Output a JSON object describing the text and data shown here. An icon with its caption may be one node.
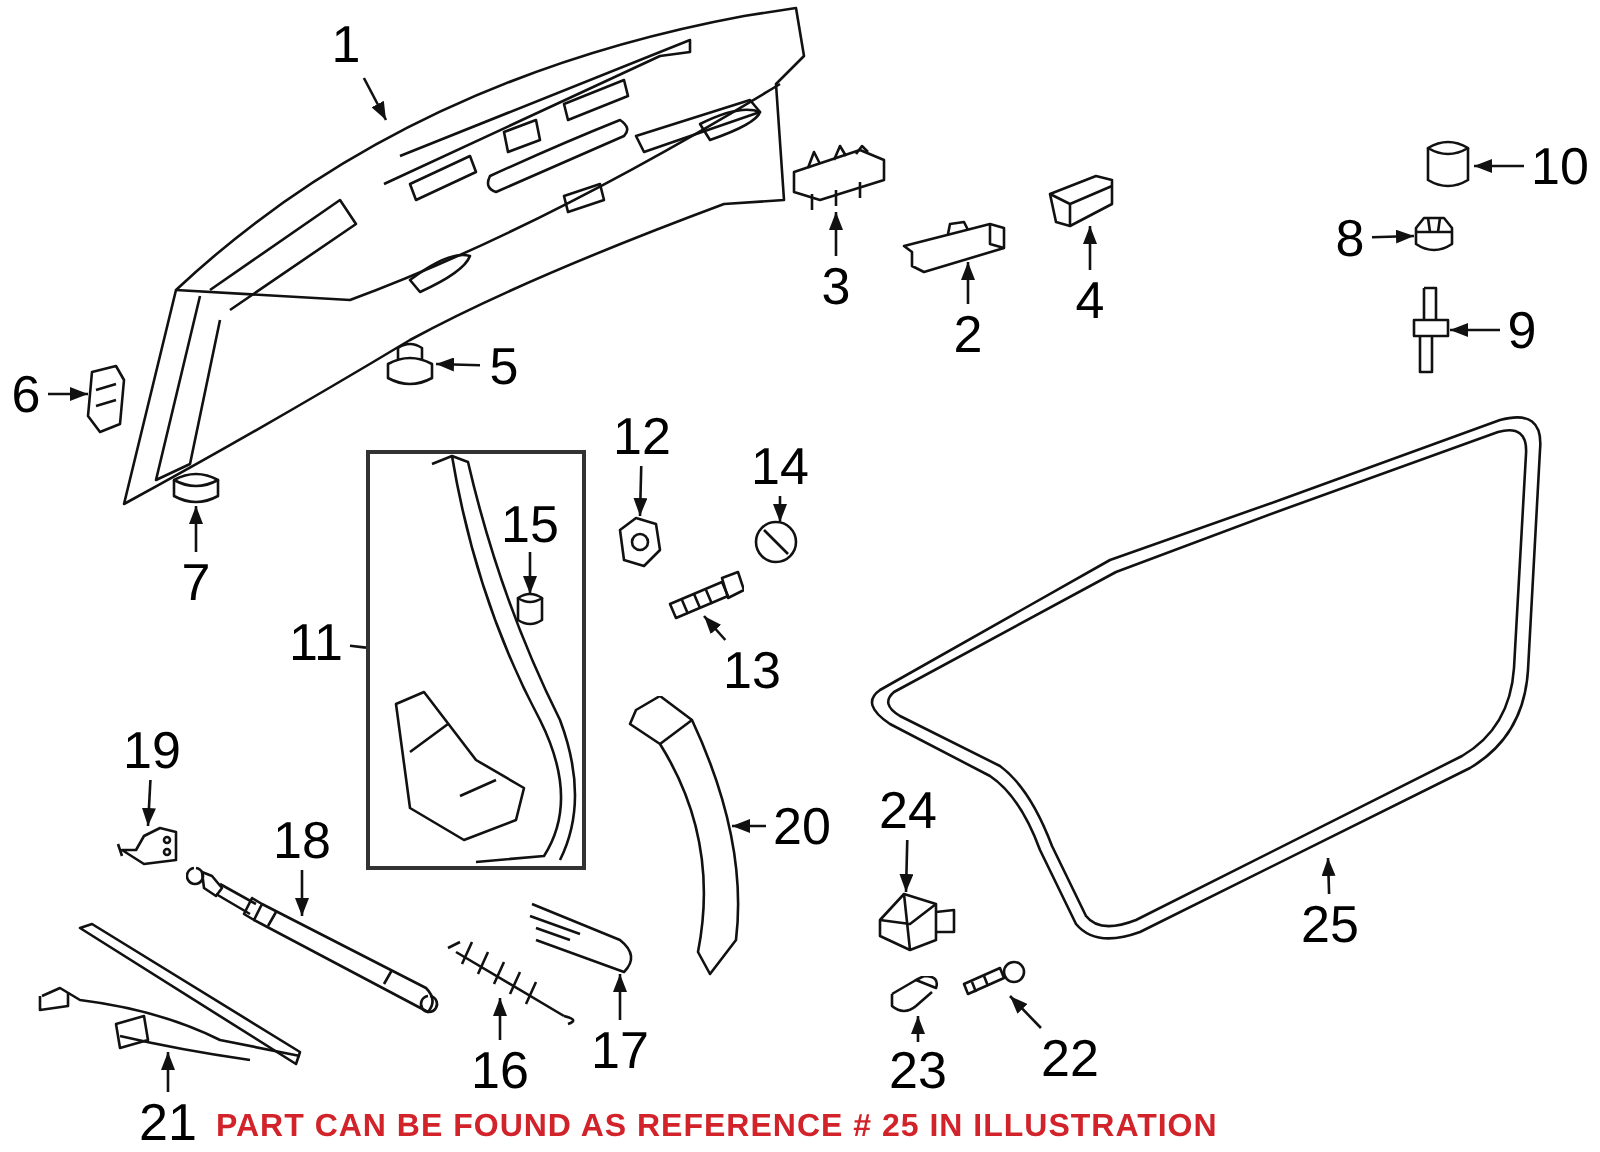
{
  "diagram": {
    "nodes": [
      {
        "text": [
          "1"
        ]
      },
      {
        "text": [],
        "shape": "picture"
      },
      {
        "text": [
          "3"
        ]
      },
      {
        "text": [],
        "shape": "picture"
      },
      {
        "text": [
          "2"
        ]
      },
      {
        "text": [],
        "shape": "picture"
      },
      {
        "text": [
          "4"
        ]
      },
      {
        "text": [],
        "shape": "picture"
      },
      {
        "text": [
          "10"
        ]
      },
      {
        "text": [],
        "shape": "picture"
      },
      {
        "text": [
          "8"
        ]
      },
      {
        "text": [],
        "shape": "picture"
      },
      {
        "text": [
          "9"
        ]
      },
      {
        "text": [],
        "shape": "picture"
      },
      {
        "text": [
          "6"
        ]
      },
      {
        "text": [],
        "shape": "picture"
      },
      {
        "text": [
          "5"
        ]
      },
      {
        "text": [],
        "shape": "picture"
      },
      {
        "text": [
          "7"
        ]
      },
      {
        "text": [],
        "shape": "picture"
      },
      {
        "text": [
          "12"
        ]
      },
      {
        "text": [],
        "shape": "picture"
      },
      {
        "text": [
          "14"
        ]
      },
      {
        "text": [],
        "shape": "picture"
      },
      {
        "text": [
          "11"
        ]
      },
      {
        "text": [],
        "shape": "box"
      },
      {
        "text": [
          "15"
        ],
        "in": 25
      },
      {
        "text": [],
        "shape": "picture",
        "in": 25
      },
      {
        "text": [
          "13"
        ]
      },
      {
        "text": [],
        "shape": "picture"
      },
      {
        "text": [
          "19"
        ]
      },
      {
        "text": [],
        "shape": "picture"
      },
      {
        "text": [
          "18"
        ]
      },
      {
        "text": [],
        "shape": "picture"
      },
      {
        "text": [
          "20"
        ]
      },
      {
        "text": [],
        "shape": "picture"
      },
      {
        "text": [
          "24"
        ]
      },
      {
        "text": [],
        "shape": "picture"
      },
      {
        "text": [
          "25"
        ]
      },
      {
        "text": [],
        "shape": "picture"
      },
      {
        "text": [
          "16"
        ]
      },
      {
        "text": [],
        "shape": "picture"
      },
      {
        "text": [
          "17"
        ]
      },
      {
        "text": [],
        "shape": "picture"
      },
      {
        "text": [
          "21"
        ]
      },
      {
        "text": [],
        "shape": "picture"
      },
      {
        "text": [
          "22"
        ]
      },
      {
        "text": [],
        "shape": "picture"
      },
      {
        "text": [
          "23"
        ]
      },
      {
        "text": [],
        "shape": "picture"
      }
    ],
    "edges": [
      {
        "from": 0,
        "to": 1,
        "arrow": "to"
      },
      {
        "from": 2,
        "to": 3,
        "arrow": "to"
      },
      {
        "from": 4,
        "to": 5,
        "arrow": "to"
      },
      {
        "from": 6,
        "to": 7,
        "arrow": "to"
      },
      {
        "from": 8,
        "to": 9,
        "arrow": "to"
      },
      {
        "from": 10,
        "to": 11,
        "arrow": "to"
      },
      {
        "from": 12,
        "to": 13,
        "arrow": "to"
      },
      {
        "from": 14,
        "to": 15,
        "arrow": "to"
      },
      {
        "from": 16,
        "to": 17,
        "arrow": "to"
      },
      {
        "from": 18,
        "to": 19,
        "arrow": "to"
      },
      {
        "from": 20,
        "to": 21,
        "arrow": "to"
      },
      {
        "from": 22,
        "to": 23,
        "arrow": "to"
      },
      {
        "from": 24,
        "to": 25,
        "arrow": "none"
      },
      {
        "from": 26,
        "to": 27,
        "arrow": "to"
      },
      {
        "from": 28,
        "to": 29,
        "arrow": "to"
      },
      {
        "from": 30,
        "to": 31,
        "arrow": "to"
      },
      {
        "from": 32,
        "to": 33,
        "arrow": "to"
      },
      {
        "from": 34,
        "to": 35,
        "arrow": "to"
      },
      {
        "from": 36,
        "to": 37,
        "arrow": "to"
      },
      {
        "from": 38,
        "to": 39,
        "arrow": "to"
      },
      {
        "from": 40,
        "to": 41,
        "arrow": "to"
      },
      {
        "from": 42,
        "to": 43,
        "arrow": "to"
      },
      {
        "from": 44,
        "to": 45,
        "arrow": "to"
      },
      {
        "from": 46,
        "to": 47,
        "arrow": "to"
      },
      {
        "from": 48,
        "to": 49,
        "arrow": "to"
      }
    ],
    "labels": [
      "PART CAN BE FOUND AS REFERENCE # 25 IN ILLUSTRATION"
    ]
  }
}
